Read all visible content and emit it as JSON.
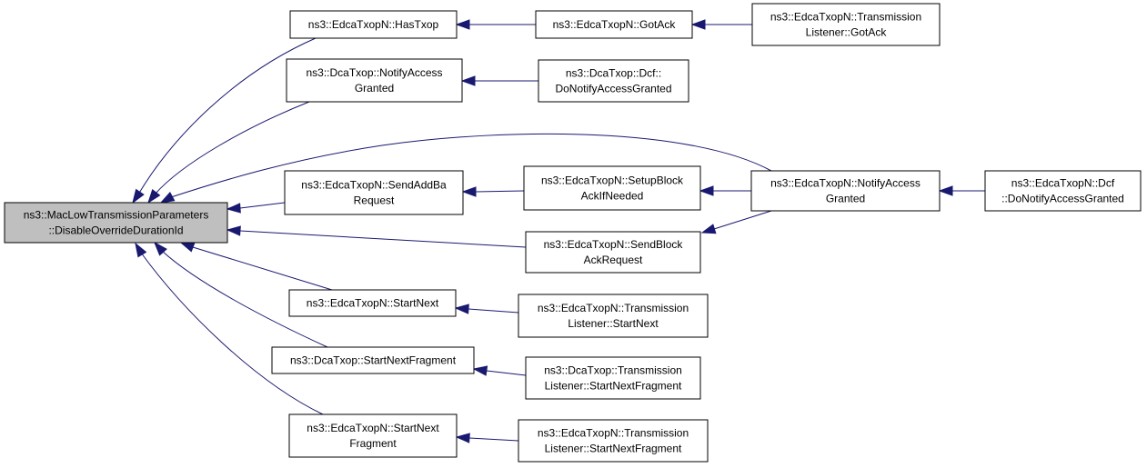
{
  "graph": {
    "nodes": [
      {
        "id": "n0",
        "name": "node-mac-low-disable-override",
        "focus": true,
        "lines": [
          "ns3::MacLowTransmissionParameters",
          "::DisableOverrideDurationId"
        ]
      },
      {
        "id": "n1",
        "name": "node-edca-hastxop",
        "lines": [
          "ns3::EdcaTxopN::HasTxop"
        ]
      },
      {
        "id": "n2",
        "name": "node-edca-gotack",
        "lines": [
          "ns3::EdcaTxopN::GotAck"
        ]
      },
      {
        "id": "n3",
        "name": "node-edca-transmission-listener-gotack",
        "lines": [
          "ns3::EdcaTxopN::Transmission",
          "Listener::GotAck"
        ]
      },
      {
        "id": "n4",
        "name": "node-dca-notify-access-granted",
        "lines": [
          "ns3::DcaTxop::NotifyAccess",
          "Granted"
        ]
      },
      {
        "id": "n5",
        "name": "node-dca-dcf-do-notify-access-granted",
        "lines": [
          "ns3::DcaTxop::Dcf::",
          "DoNotifyAccessGranted"
        ]
      },
      {
        "id": "n6",
        "name": "node-edca-notify-access-granted",
        "lines": [
          "ns3::EdcaTxopN::NotifyAccess",
          "Granted"
        ]
      },
      {
        "id": "n7",
        "name": "node-edca-dcf-do-notify-access-granted",
        "lines": [
          "ns3::EdcaTxopN::Dcf",
          "::DoNotifyAccessGranted"
        ]
      },
      {
        "id": "n8",
        "name": "node-edca-send-addba-request",
        "lines": [
          "ns3::EdcaTxopN::SendAddBa",
          "Request"
        ]
      },
      {
        "id": "n9",
        "name": "node-edca-setup-block-ack-if-needed",
        "lines": [
          "ns3::EdcaTxopN::SetupBlock",
          "AckIfNeeded"
        ]
      },
      {
        "id": "n10",
        "name": "node-edca-send-block-ack-request",
        "lines": [
          "ns3::EdcaTxopN::SendBlock",
          "AckRequest"
        ]
      },
      {
        "id": "n11",
        "name": "node-edca-start-next",
        "lines": [
          "ns3::EdcaTxopN::StartNext"
        ]
      },
      {
        "id": "n12",
        "name": "node-edca-transmission-listener-start-next",
        "lines": [
          "ns3::EdcaTxopN::Transmission",
          "Listener::StartNext"
        ]
      },
      {
        "id": "n13",
        "name": "node-dca-start-next-fragment",
        "lines": [
          "ns3::DcaTxop::StartNextFragment"
        ]
      },
      {
        "id": "n14",
        "name": "node-dca-transmission-listener-start-next-fragment",
        "lines": [
          "ns3::DcaTxop::Transmission",
          "Listener::StartNextFragment"
        ]
      },
      {
        "id": "n15",
        "name": "node-edca-start-next-fragment",
        "lines": [
          "ns3::EdcaTxopN::StartNext",
          "Fragment"
        ]
      },
      {
        "id": "n16",
        "name": "node-edca-transmission-listener-start-next-fragment",
        "lines": [
          "ns3::EdcaTxopN::Transmission",
          "Listener::StartNextFragment"
        ]
      }
    ],
    "edges": [
      {
        "from": "n1",
        "to": "n0"
      },
      {
        "from": "n2",
        "to": "n1"
      },
      {
        "from": "n3",
        "to": "n2"
      },
      {
        "from": "n4",
        "to": "n0"
      },
      {
        "from": "n5",
        "to": "n4"
      },
      {
        "from": "n6",
        "to": "n0"
      },
      {
        "from": "n7",
        "to": "n6"
      },
      {
        "from": "n8",
        "to": "n0"
      },
      {
        "from": "n9",
        "to": "n8"
      },
      {
        "from": "n6",
        "to": "n9"
      },
      {
        "from": "n10",
        "to": "n0"
      },
      {
        "from": "n6",
        "to": "n10"
      },
      {
        "from": "n11",
        "to": "n0"
      },
      {
        "from": "n12",
        "to": "n11"
      },
      {
        "from": "n13",
        "to": "n0"
      },
      {
        "from": "n14",
        "to": "n13"
      },
      {
        "from": "n15",
        "to": "n0"
      },
      {
        "from": "n16",
        "to": "n15"
      }
    ]
  }
}
